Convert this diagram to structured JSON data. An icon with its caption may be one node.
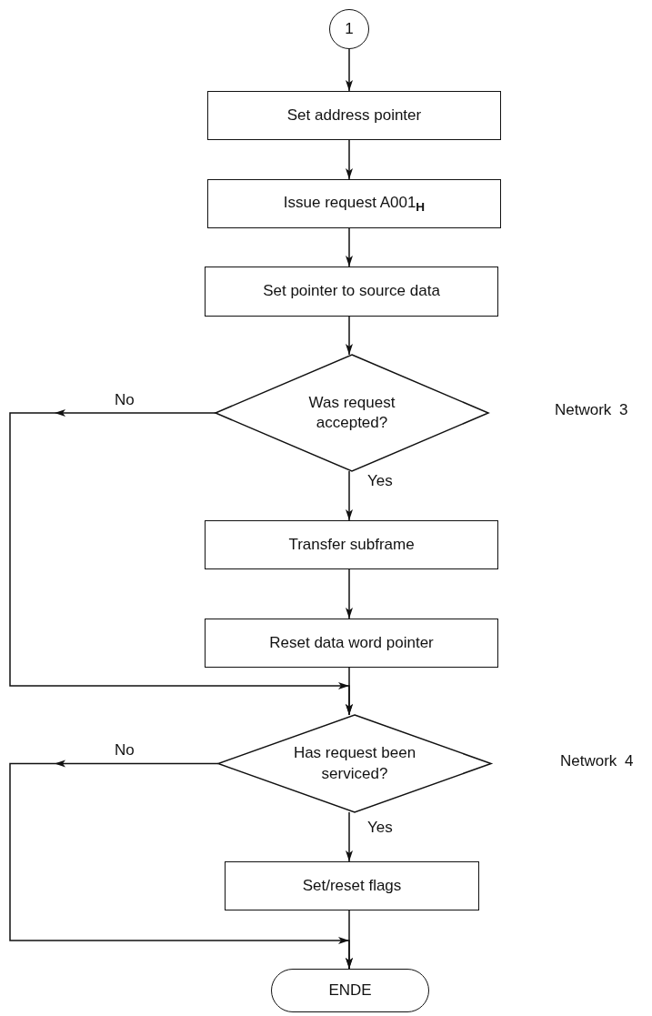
{
  "diagram": {
    "nodes": [
      {
        "text": [
          "1"
        ]
      },
      {
        "text": [
          "Set address pointer"
        ]
      },
      {
        "text": [
          "Issue request A001$_{H}$"
        ]
      },
      {
        "text": [
          "Set pointer to source data"
        ]
      },
      {
        "text": [
          "Was request accepted?"
        ]
      },
      {
        "text": [
          "Transfer subframe"
        ]
      },
      {
        "text": [
          "Reset data word pointer"
        ]
      },
      {
        "text": [
          "Has request been serviced?"
        ]
      },
      {
        "text": [
          "Set/reset flags"
        ]
      },
      {
        "text": [
          "ENDE"
        ]
      }
    ],
    "edges": [
      {
        "from": 0,
        "to": 1,
        "arrow": "to"
      },
      {
        "from": 1,
        "to": 2,
        "arrow": "to"
      },
      {
        "from": 2,
        "to": 3,
        "arrow": "to"
      },
      {
        "from": 3,
        "to": 4,
        "arrow": "to"
      },
      {
        "from": 4,
        "to": 5,
        "arrow": "to",
        "label": "Yes"
      },
      {
        "from": 5,
        "to": 6,
        "arrow": "to"
      },
      {
        "from": 6,
        "to": 7,
        "arrow": "to"
      },
      {
        "from": 4,
        "to": 7,
        "arrow": "to",
        "label": "No"
      },
      {
        "from": 7,
        "to": 8,
        "arrow": "to",
        "label": "Yes"
      },
      {
        "from": 8,
        "to": 9,
        "arrow": "to"
      },
      {
        "from": 7,
        "to": 9,
        "arrow": "to",
        "label": "No"
      }
    ],
    "labels": [
      "Network 3",
      "Network 4"
    ]
  }
}
